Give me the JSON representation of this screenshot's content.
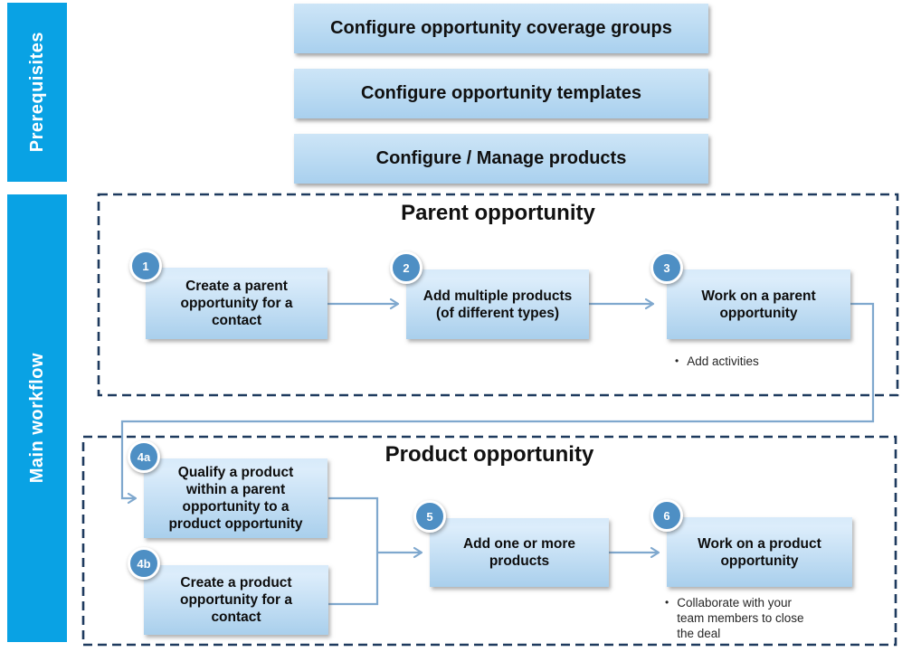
{
  "colors": {
    "accent_cyan": "#09A2E4",
    "step_circle_blue": "#4E8FC4",
    "box_gradient_top": "#D7EAFA",
    "box_gradient_bottom": "#A9CFEC",
    "dashed_border": "#1E3A5E",
    "connector_blue": "#7FA8CE"
  },
  "glyphs": {
    "bullet_char": "•"
  },
  "sidebar": {
    "prerequisites_label": "Prerequisites",
    "main_workflow_label": "Main workflow"
  },
  "prerequisites": {
    "boxes": [
      {
        "label": "Configure opportunity coverage groups"
      },
      {
        "label": "Configure opportunity templates"
      },
      {
        "label": "Configure / Manage products"
      }
    ]
  },
  "parent_section": {
    "title": "Parent opportunity",
    "steps": [
      {
        "number": "1",
        "label": "Create a parent\nopportunity for a\ncontact"
      },
      {
        "number": "2",
        "label": "Add multiple products\n(of different types)"
      },
      {
        "number": "3",
        "label": "Work on a parent\nopportunity",
        "bullet": "Add activities"
      }
    ]
  },
  "product_section": {
    "title": "Product opportunity",
    "steps": [
      {
        "number": "4a",
        "label": "Qualify a product\nwithin a parent\nopportunity to a\nproduct opportunity"
      },
      {
        "number": "4b",
        "label": "Create a product\nopportunity for a\ncontact"
      },
      {
        "number": "5",
        "label": "Add one or more\nproducts"
      },
      {
        "number": "6",
        "label": "Work on a product\nopportunity",
        "bullet": "Collaborate with your\nteam members to close\nthe deal"
      }
    ]
  }
}
